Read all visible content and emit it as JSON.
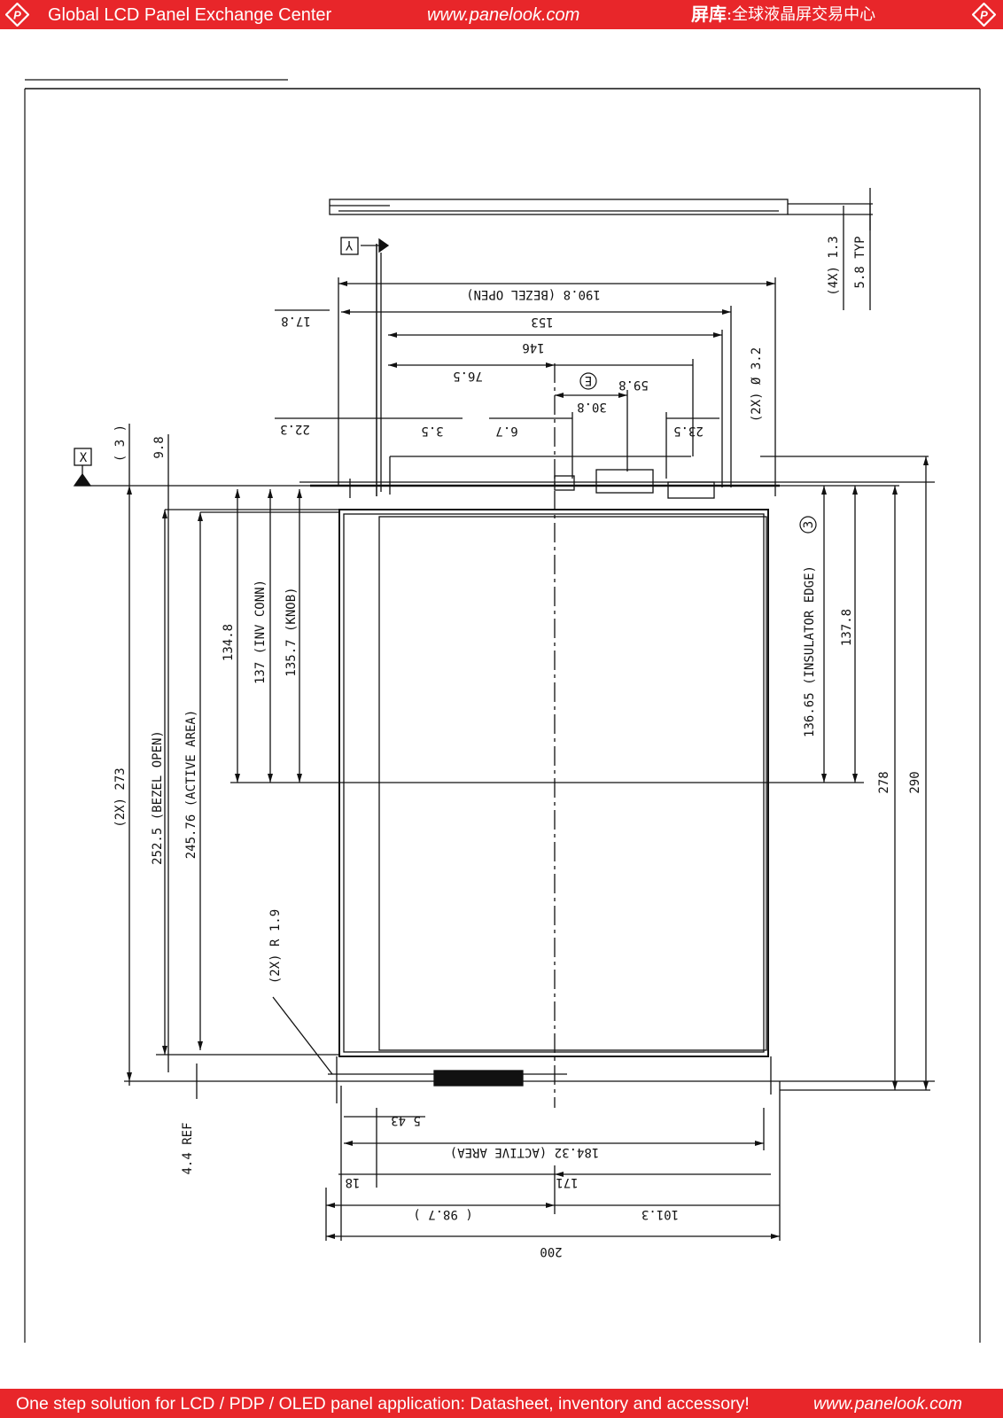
{
  "header": {
    "left_title": "Global LCD Panel Exchange Center",
    "center_url": "www.panelook.com",
    "right_title_bold": "屏库",
    "right_title_rest": ":全球液晶屏交易中心",
    "logo_icon": "panelook-diamond-logo",
    "background_color": "#e8262a"
  },
  "footer": {
    "slogan": "One step solution for LCD / PDP / OLED panel application: Datasheet, inventory and accessory!",
    "url": "www.panelook.com",
    "background_color": "#e8262a"
  },
  "drawing": {
    "datum_x": "X",
    "datum_y": "Y",
    "note_e": "E",
    "note_3": "3",
    "labels": {
      "d_190_8": "190.8 (BEZEL OPEN)",
      "d_153": "153",
      "d_146": "146",
      "d_76_5": "76.5",
      "d_59_8": "59.8",
      "d_30_8": "30.8",
      "d_22_3": "22.3",
      "d_3_5": "3.5",
      "d_6_7": "6.7",
      "d_23_5": "23.5",
      "d_17_8": "17.8",
      "d_2x_3_2": "(2X) Ø 3.2",
      "d_4x_1_3": "(4X) 1.3",
      "d_5_8_typ": "5.8 TYP",
      "d_3": "( 3 )",
      "d_9_8": "9.8",
      "d_134_8": "134.8",
      "d_137_inv": "137 (INV CONN)",
      "d_135_7_knob": "135.7 (KNOB)",
      "d_2x_273": "(2X) 273",
      "d_252_5": "252.5 (BEZEL OPEN)",
      "d_245_76": "245.76 (ACTIVE AREA)",
      "d_2x_r_1_9": "(2X) R 1.9",
      "d_4_4_ref": "4.4 REF",
      "d_136_65": "136.65 (INSULATOR EDGE)",
      "d_137_8": "137.8",
      "d_278": "278",
      "d_290": "290",
      "d_5_43": "5 43",
      "d_184_32": "184.32 (ACTIVE AREA)",
      "d_18": "18",
      "d_171": "171",
      "d_98_7": "( 98.7 )",
      "d_101_3": "101.3",
      "d_200": "200"
    }
  }
}
